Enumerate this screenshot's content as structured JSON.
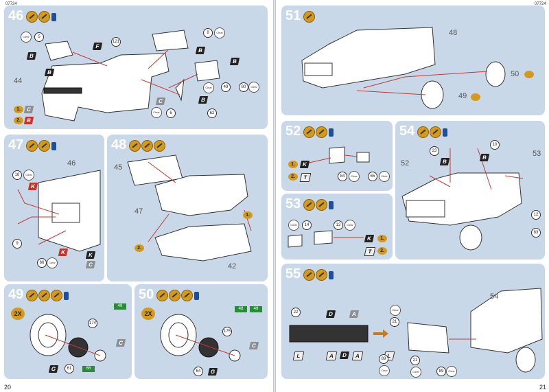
{
  "pages": {
    "left": "20",
    "right": "21"
  },
  "doc_codes": {
    "left": "07724",
    "right": "07724"
  },
  "steps": {
    "s46": {
      "number": "46",
      "labels": [
        "44"
      ],
      "refs": [
        "5",
        "121",
        "8",
        "49",
        "80",
        "6",
        "62"
      ],
      "badges": [
        "F",
        "B",
        "B",
        "B",
        "B",
        "B",
        "C",
        "C",
        "B"
      ],
      "counts": [
        "1.",
        "2."
      ]
    },
    "s47": {
      "number": "47",
      "labels": [
        "46"
      ],
      "refs": [
        "18",
        "9",
        "66"
      ],
      "badges": [
        "K",
        "K",
        "K",
        "C"
      ]
    },
    "s48": {
      "number": "48",
      "labels": [
        "45",
        "47",
        "42"
      ],
      "counts": [
        "1.",
        "2."
      ]
    },
    "s49": {
      "number": "49",
      "multiplier": "2X",
      "refs": [
        "174",
        "61"
      ],
      "decal": "49",
      "decal2": "66",
      "badges": [
        "C",
        "G"
      ]
    },
    "s50": {
      "number": "50",
      "multiplier": "2X",
      "refs": [
        "175",
        "64"
      ],
      "decal": "48",
      "decal2": "49",
      "badges": [
        "C",
        "G"
      ]
    },
    "s51": {
      "number": "51",
      "labels": [
        "48",
        "50",
        "49"
      ]
    },
    "s52": {
      "number": "52",
      "refs": [
        "84",
        "65"
      ],
      "badges": [
        "K",
        "T"
      ],
      "counts": [
        "1.",
        "2."
      ]
    },
    "s53": {
      "number": "53",
      "refs": [
        "14",
        "13"
      ],
      "badges": [
        "K",
        "T"
      ],
      "counts": [
        "1.",
        "2."
      ]
    },
    "s54": {
      "number": "54",
      "labels": [
        "52",
        "53"
      ],
      "refs": [
        "23",
        "10",
        "12",
        "83"
      ],
      "badges": [
        "B",
        "B"
      ]
    },
    "s55": {
      "number": "55",
      "labels": [
        "54"
      ],
      "refs": [
        "22",
        "21",
        "89",
        "21",
        "89"
      ],
      "badges": [
        "D",
        "A",
        "A",
        "D",
        "A",
        "L",
        "L"
      ]
    }
  },
  "clear_label": "Clear",
  "colors": {
    "panel": "#c8d8e9",
    "paint": "#d49a1c",
    "accent_red": "#c4352c",
    "decal_green": "#2d8a3c"
  }
}
